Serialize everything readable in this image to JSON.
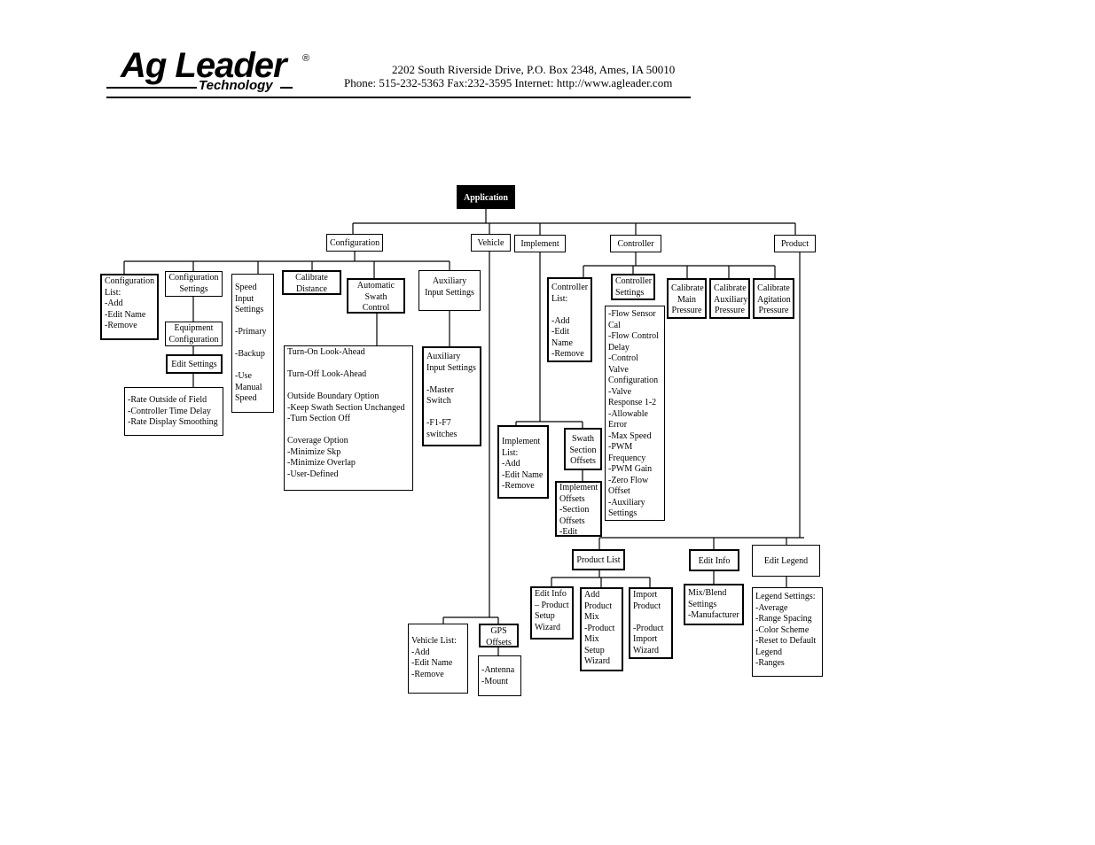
{
  "header": {
    "logo": "Ag Leader",
    "logo_registered": "®",
    "logo_sub": "Technology",
    "address": "2202 South Riverside Drive, P.O. Box 2348, Ames, IA  50010",
    "contact": "Phone: 515-232-5363  Fax:232-3595  Internet:  http://www.agleader.com"
  },
  "diagram": {
    "root": "Application",
    "configuration": "Configuration",
    "vehicle": "Vehicle",
    "implement": "Implement",
    "controller": "Controller",
    "product": "Product",
    "config_list": "Configuration\nList:\n-Add\n-Edit Name\n-Remove",
    "config_settings": "Configuration\nSettings",
    "equipment_config": "Equipment\nConfiguration",
    "edit_settings": "Edit Settings",
    "edit_settings_detail": "-Rate Outside of Field\n-Controller Time Delay\n-Rate Display Smoothing",
    "speed_input": "Speed\nInput\nSettings\n\n-Primary\n\n-Backup\n\n-Use\nManual\nSpeed",
    "calibrate_distance": "Calibrate\nDistance",
    "auto_swath": "Automatic\nSwath\nControl",
    "auto_swath_detail": "Turn-On Look-Ahead\n\nTurn-Off Look-Ahead\n\nOutside Boundary Option\n-Keep Swath Section Unchanged\n-Turn Section Off\n\nCoverage Option\n-Minimize Skp\n-Minimize Overlap\n-User-Defined",
    "aux_input": "Auxiliary\nInput Settings",
    "aux_input_detail": "Auxiliary\nInput Settings\n\n-Master\nSwitch\n\n-F1-F7\nswitches",
    "controller_list": "Controller\nList:\n\n-Add\n-Edit\nName\n-Remove",
    "controller_settings": "Controller\nSettings",
    "controller_settings_detail": "-Flow Sensor\nCal\n-Flow Control\nDelay\n-Control\nValve\nConfiguration\n-Valve\nResponse 1-2\n-Allowable\nError\n-Max Speed\n-PWM\nFrequency\n-PWM Gain\n-Zero Flow\nOffset\n-Auxiliary\nSettings",
    "cal_main": "Calibrate\nMain\nPressure",
    "cal_aux": "Calibrate\nAuxiliary\nPressure",
    "cal_agit": "Calibrate\nAgitation\nPressure",
    "implement_list": "Implement\nList:\n-Add\n-Edit Name\n-Remove",
    "swath_offsets": "Swath\nSection\nOffsets",
    "implement_offsets": "Implement\nOffsets\n-Section\nOffsets\n-Edit",
    "product_list": "Product List",
    "edit_info": "Edit Info",
    "edit_legend": "Edit Legend",
    "edit_info_wizard": "Edit Info\n– Product\nSetup\nWizard",
    "add_product_mix": "Add\nProduct\nMix\n-Product\nMix\nSetup\nWizard",
    "import_product": "Import\nProduct\n\n-Product\nImport\nWizard",
    "mix_blend": "Mix/Blend\nSettings\n-Manufacturer",
    "legend_settings": "Legend Settings:\n-Average\n-Range Spacing\n-Color Scheme\n-Reset to Default\nLegend\n-Ranges",
    "vehicle_list": "Vehicle List:\n-Add\n-Edit Name\n-Remove",
    "gps_offsets": "GPS\nOffsets",
    "gps_detail": "-Antenna\n-Mount"
  }
}
